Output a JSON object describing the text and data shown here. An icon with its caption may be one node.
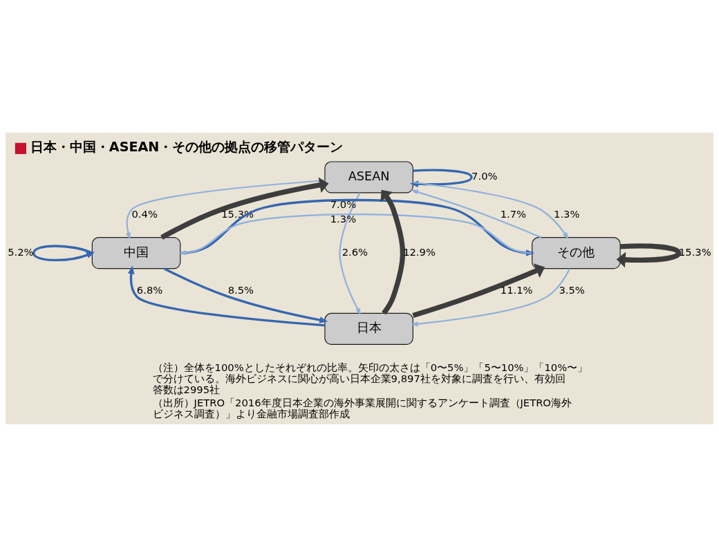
{
  "diagram": {
    "title": "日本・中国・ASEAN・その他の拠点の移管パターン",
    "nodes": [
      {
        "text": [
          "ASEAN"
        ]
      },
      {
        "text": [
          "中国"
        ]
      },
      {
        "text": [
          "その他"
        ]
      },
      {
        "text": [
          "日本"
        ]
      }
    ],
    "edges": [
      {
        "from": 0,
        "to": 0,
        "arrow": "to",
        "label": "7.0%",
        "color": "#3566b0"
      },
      {
        "from": 0,
        "to": 1,
        "arrow": "to",
        "label": "0.4%"
      },
      {
        "from": 1,
        "to": 0,
        "arrow": "to",
        "label": "15.3%",
        "style": "thick",
        "color": "#3d3d3d"
      },
      {
        "from": 0,
        "to": 3,
        "arrow": "to",
        "label": "2.6%"
      },
      {
        "from": 3,
        "to": 0,
        "arrow": "to",
        "label": "12.9%",
        "style": "thick",
        "color": "#3d3d3d"
      },
      {
        "from": 2,
        "to": 0,
        "arrow": "to",
        "label": "1.7%"
      },
      {
        "from": 0,
        "to": 2,
        "arrow": "to",
        "label": "1.3%"
      },
      {
        "from": 1,
        "to": 1,
        "arrow": "to",
        "label": "5.2%",
        "color": "#3566b0"
      },
      {
        "from": 2,
        "to": 1,
        "arrow": "to",
        "label": "1.3%"
      },
      {
        "from": 1,
        "to": 2,
        "arrow": "to",
        "label": "7.0%",
        "color": "#3566b0"
      },
      {
        "from": 2,
        "to": 2,
        "arrow": "to",
        "label": "15.3%",
        "style": "thick",
        "color": "#3d3d3d"
      },
      {
        "from": 3,
        "to": 1,
        "arrow": "to",
        "label": "6.8%",
        "color": "#3566b0"
      },
      {
        "from": 1,
        "to": 3,
        "arrow": "to",
        "label": "8.5%",
        "color": "#3566b0"
      },
      {
        "from": 3,
        "to": 2,
        "arrow": "to",
        "label": "11.1%",
        "style": "thick",
        "color": "#3d3d3d"
      },
      {
        "from": 2,
        "to": 3,
        "arrow": "to",
        "label": "3.5%"
      }
    ],
    "labels": [
      "（注）全体を100%としたそれぞれの比率。矢印の太さは「0〜5%」「5〜10%」「10%〜」で分けている。海外ビジネスに関心が高い日本企業9,897社を対象に調査を行い、有効回答数は2995社",
      "（出所）JETRO「2016年度日本企業の海外事業展開に関するアンケート調査（JETRO海外ビジネス調査）」より金融市場調査部作成"
    ]
  }
}
